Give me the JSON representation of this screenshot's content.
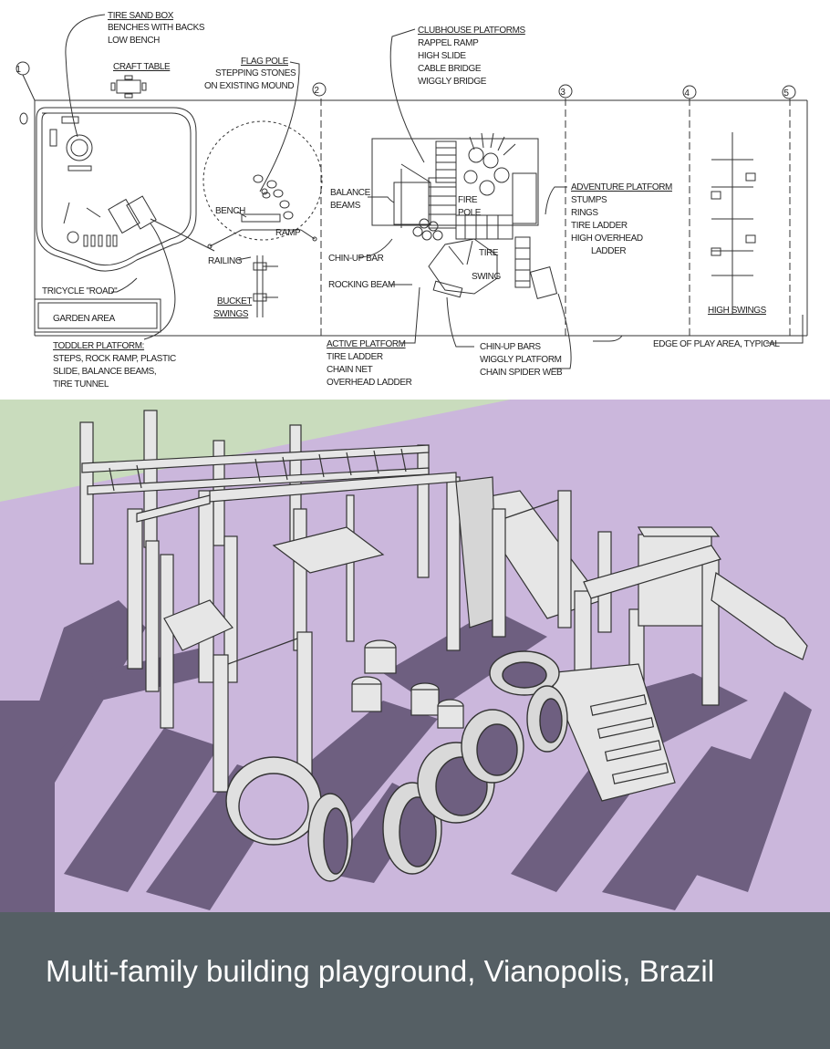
{
  "caption": "Multi-family building playground, Vianopolis, Brazil",
  "colors": {
    "caption_bg": "#555f64",
    "ground": "#cbb7dc",
    "shadow": "#6e5f80",
    "grass": "#c9dcbd",
    "wood": "#e6e6e6"
  },
  "plan": {
    "grid_markers": [
      "1",
      "2",
      "3",
      "4",
      "5"
    ],
    "tire_sand_box": [
      "TIRE SAND BOX",
      "BENCHES WITH BACKS",
      "LOW BENCH"
    ],
    "craft_table": "CRAFT TABLE",
    "flag_pole": [
      "FLAG POLE",
      "STEPPING STONES",
      "ON EXISTING MOUND"
    ],
    "clubhouse": [
      "CLUBHOUSE PLATFORMS",
      "RAPPEL RAMP",
      "HIGH SLIDE",
      "CABLE BRIDGE",
      "WIGGLY BRIDGE"
    ],
    "bench": "BENCH",
    "ramp": "RAMP",
    "balance_beams": [
      "BALANCE",
      "BEAMS"
    ],
    "fire_pole": [
      "FIRE",
      "POLE"
    ],
    "adventure": [
      "ADVENTURE PLATFORM",
      "STUMPS",
      "RINGS",
      "TIRE LADDER",
      "HIGH OVERHEAD",
      "LADDER"
    ],
    "railing": "RAILING",
    "chin_up_bar": "CHIN-UP BAR",
    "tire_swing": [
      "TIRE",
      "SWING"
    ],
    "tricycle_road": "TRICYCLE \"ROAD\"",
    "rocking_beam": "ROCKING BEAM",
    "bucket_swings": [
      "BUCKET",
      "SWINGS"
    ],
    "high_swings": "HIGH SWINGS",
    "garden_area": "GARDEN AREA",
    "toddler": [
      "TODDLER PLATFORM:",
      "STEPS, ROCK RAMP, PLASTIC",
      "SLIDE, BALANCE BEAMS,",
      "TIRE TUNNEL"
    ],
    "active": [
      "ACTIVE PLATFORM",
      "TIRE LADDER",
      "CHAIN NET",
      "OVERHEAD LADDER"
    ],
    "chin_up_bars": [
      "CHIN-UP BARS",
      "WIGGLY PLATFORM",
      "CHAIN SPIDER WEB"
    ],
    "edge": "EDGE OF PLAY AREA, TYPICAL"
  }
}
